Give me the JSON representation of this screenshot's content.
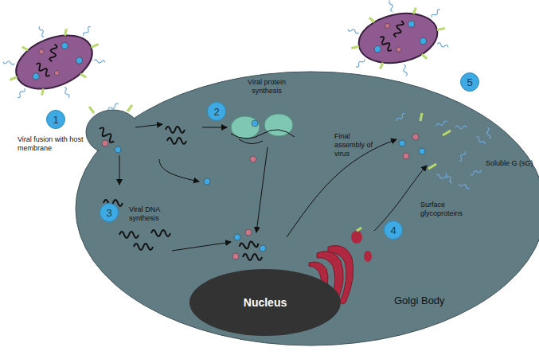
{
  "diagram": {
    "nodes": [
      {
        "text": [
          "1"
        ]
      },
      {
        "text": [
          "2"
        ]
      },
      {
        "text": [
          "3"
        ]
      },
      {
        "text": [
          "4"
        ]
      },
      {
        "text": [
          "5"
        ]
      },
      {
        "text": [
          "Nucleus"
        ]
      }
    ],
    "labels": [
      "Viral fusion with host membrane",
      "Viral protein synthesis",
      "Viral DNA synthesis",
      "Final assembly of virus",
      "Surface glycoproteins",
      "Soluble G (sG)",
      "Golgi Body"
    ]
  }
}
